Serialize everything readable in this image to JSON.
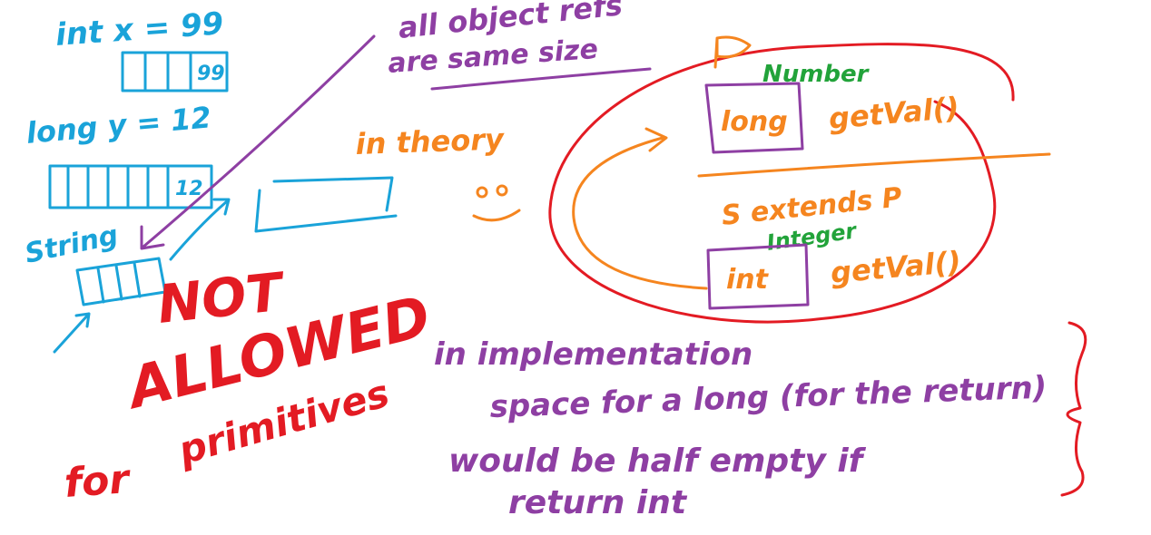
{
  "colors": {
    "blue": "#1aa3d9",
    "purple": "#8e3fa3",
    "red": "#e31b23",
    "orange": "#f5851f",
    "green": "#22a33a"
  },
  "notes": {
    "int_decl": "int x = 99",
    "int_cell_value": "99",
    "long_decl": "long y = 12",
    "long_cell_value": "12",
    "string_label": "String",
    "object_refs": "all object refs",
    "same_size": "are same size",
    "in_theory": "in theory",
    "number_label": "Number",
    "long_field": "long",
    "getval_top": "getVal()",
    "s_extends": "S extends P",
    "integer_label": "Integer",
    "int_field": "int",
    "getval_bottom": "getVal()",
    "not": "NOT",
    "allowed": "ALLOWED",
    "for": "for",
    "primitives": "primitives",
    "impl_line1": "in implementation",
    "impl_line2": "space for a long (for the return)",
    "impl_line3": "would be half empty if",
    "impl_line4": "return int"
  }
}
